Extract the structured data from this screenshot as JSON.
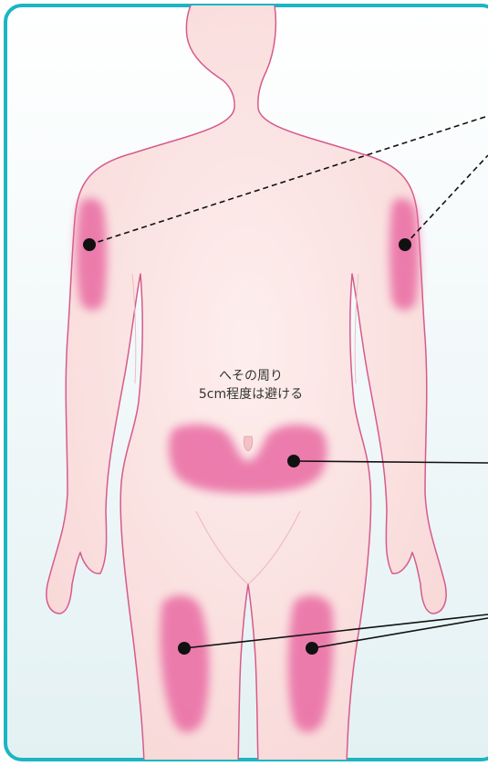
{
  "diagram": {
    "note": {
      "line1": "へその周り",
      "line2": "5cm程度は避ける"
    },
    "colors": {
      "frame_border": "#1cb5c2",
      "background_top": "#ffffff",
      "background_bottom": "#e3f1f3",
      "skin": "#fbe3e1",
      "skin_outline": "#d75a8a",
      "injection_zone": "#e96aa3",
      "marker": "#111111"
    },
    "zones": [
      "right-upper-arm",
      "left-upper-arm",
      "abdomen",
      "right-thigh",
      "left-thigh"
    ]
  }
}
